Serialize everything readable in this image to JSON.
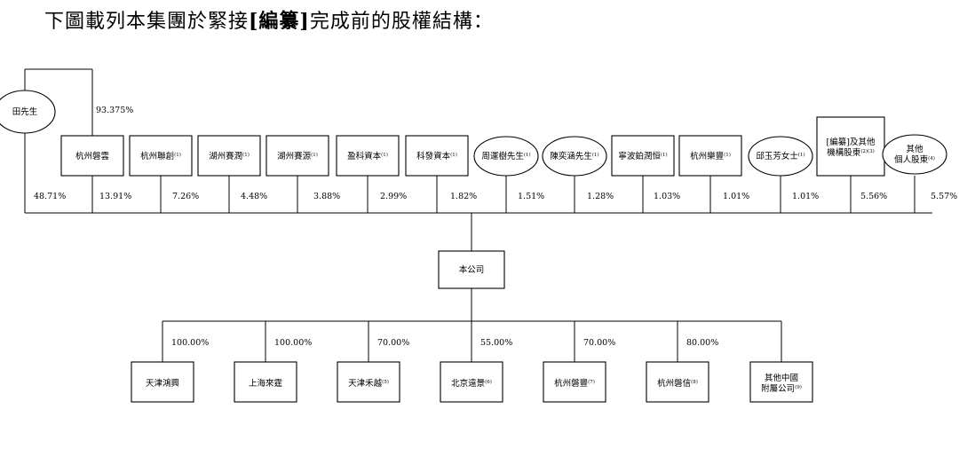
{
  "heading": {
    "before": "下圖載列本集團於緊接",
    "redacted": "[編纂]",
    "after": "完成前的股權結構："
  },
  "tian_stake": "93.375%",
  "shareholders": [
    {
      "id": "tian",
      "name": "田先生",
      "note": "",
      "shape": "ellipse",
      "pct": "48.71%"
    },
    {
      "id": "hz-panyun",
      "name": "杭州磐雲",
      "note": "",
      "shape": "rect",
      "pct": "13.91%"
    },
    {
      "id": "hz-lianchuang",
      "name": "杭州聯創",
      "note": "(1)",
      "shape": "rect",
      "pct": "7.26%"
    },
    {
      "id": "hu-sairun",
      "name": "湖州賽潤",
      "note": "(1)",
      "shape": "rect",
      "pct": "4.48%"
    },
    {
      "id": "hu-saiyuan",
      "name": "湖州賽源",
      "note": "(1)",
      "shape": "rect",
      "pct": "3.88%"
    },
    {
      "id": "yingke",
      "name": "盈科資本",
      "note": "(1)",
      "shape": "rect",
      "pct": "2.99%"
    },
    {
      "id": "kefa",
      "name": "科發資本",
      "note": "(1)",
      "shape": "rect",
      "pct": "1.82%"
    },
    {
      "id": "zhou",
      "name": "周運樹先生",
      "note": "(1)",
      "shape": "ellipse",
      "pct": "1.51%"
    },
    {
      "id": "chen",
      "name": "陳奕涵先生",
      "note": "(1)",
      "shape": "ellipse",
      "pct": "1.28%"
    },
    {
      "id": "ningbo",
      "name": "寧波鉑潤恒",
      "note": "(1)",
      "shape": "rect",
      "pct": "1.03%"
    },
    {
      "id": "hz-lefeng",
      "name": "杭州樂豐",
      "note": "(1)",
      "shape": "rect",
      "pct": "1.01%"
    },
    {
      "id": "qiu",
      "name": "邱玉芳女士",
      "note": "(1)",
      "shape": "ellipse",
      "pct": "1.01%"
    },
    {
      "id": "inst",
      "name": "[編纂]及其他",
      "name2": "機構股東",
      "note": "(2)(3)",
      "shape": "rect",
      "pct": "5.56%"
    },
    {
      "id": "indiv",
      "name": "其他",
      "name2": "個人股東",
      "note": "(4)",
      "shape": "ellipse",
      "pct": "5.57%"
    }
  ],
  "company": "本公司",
  "subsidiaries": [
    {
      "id": "tj-hongyu",
      "name": "天津鴻興",
      "note": "",
      "pct": "100.00%"
    },
    {
      "id": "sh-laiting",
      "name": "上海來霆",
      "note": "",
      "pct": "100.00%"
    },
    {
      "id": "tj-heyue",
      "name": "天津禾越",
      "note": "(5)",
      "pct": "70.00%"
    },
    {
      "id": "bj-yuanjing",
      "name": "北京遠景",
      "note": "(6)",
      "pct": "55.00%"
    },
    {
      "id": "hz-panfeng",
      "name": "杭州磐豐",
      "note": "(7)",
      "pct": "70.00%"
    },
    {
      "id": "hz-panxin",
      "name": "杭州磐信",
      "note": "(8)",
      "pct": "80.00%"
    },
    {
      "id": "other-cn",
      "name": "其他中國",
      "name2": "附屬公司",
      "note": "(9)",
      "pct": ""
    }
  ]
}
